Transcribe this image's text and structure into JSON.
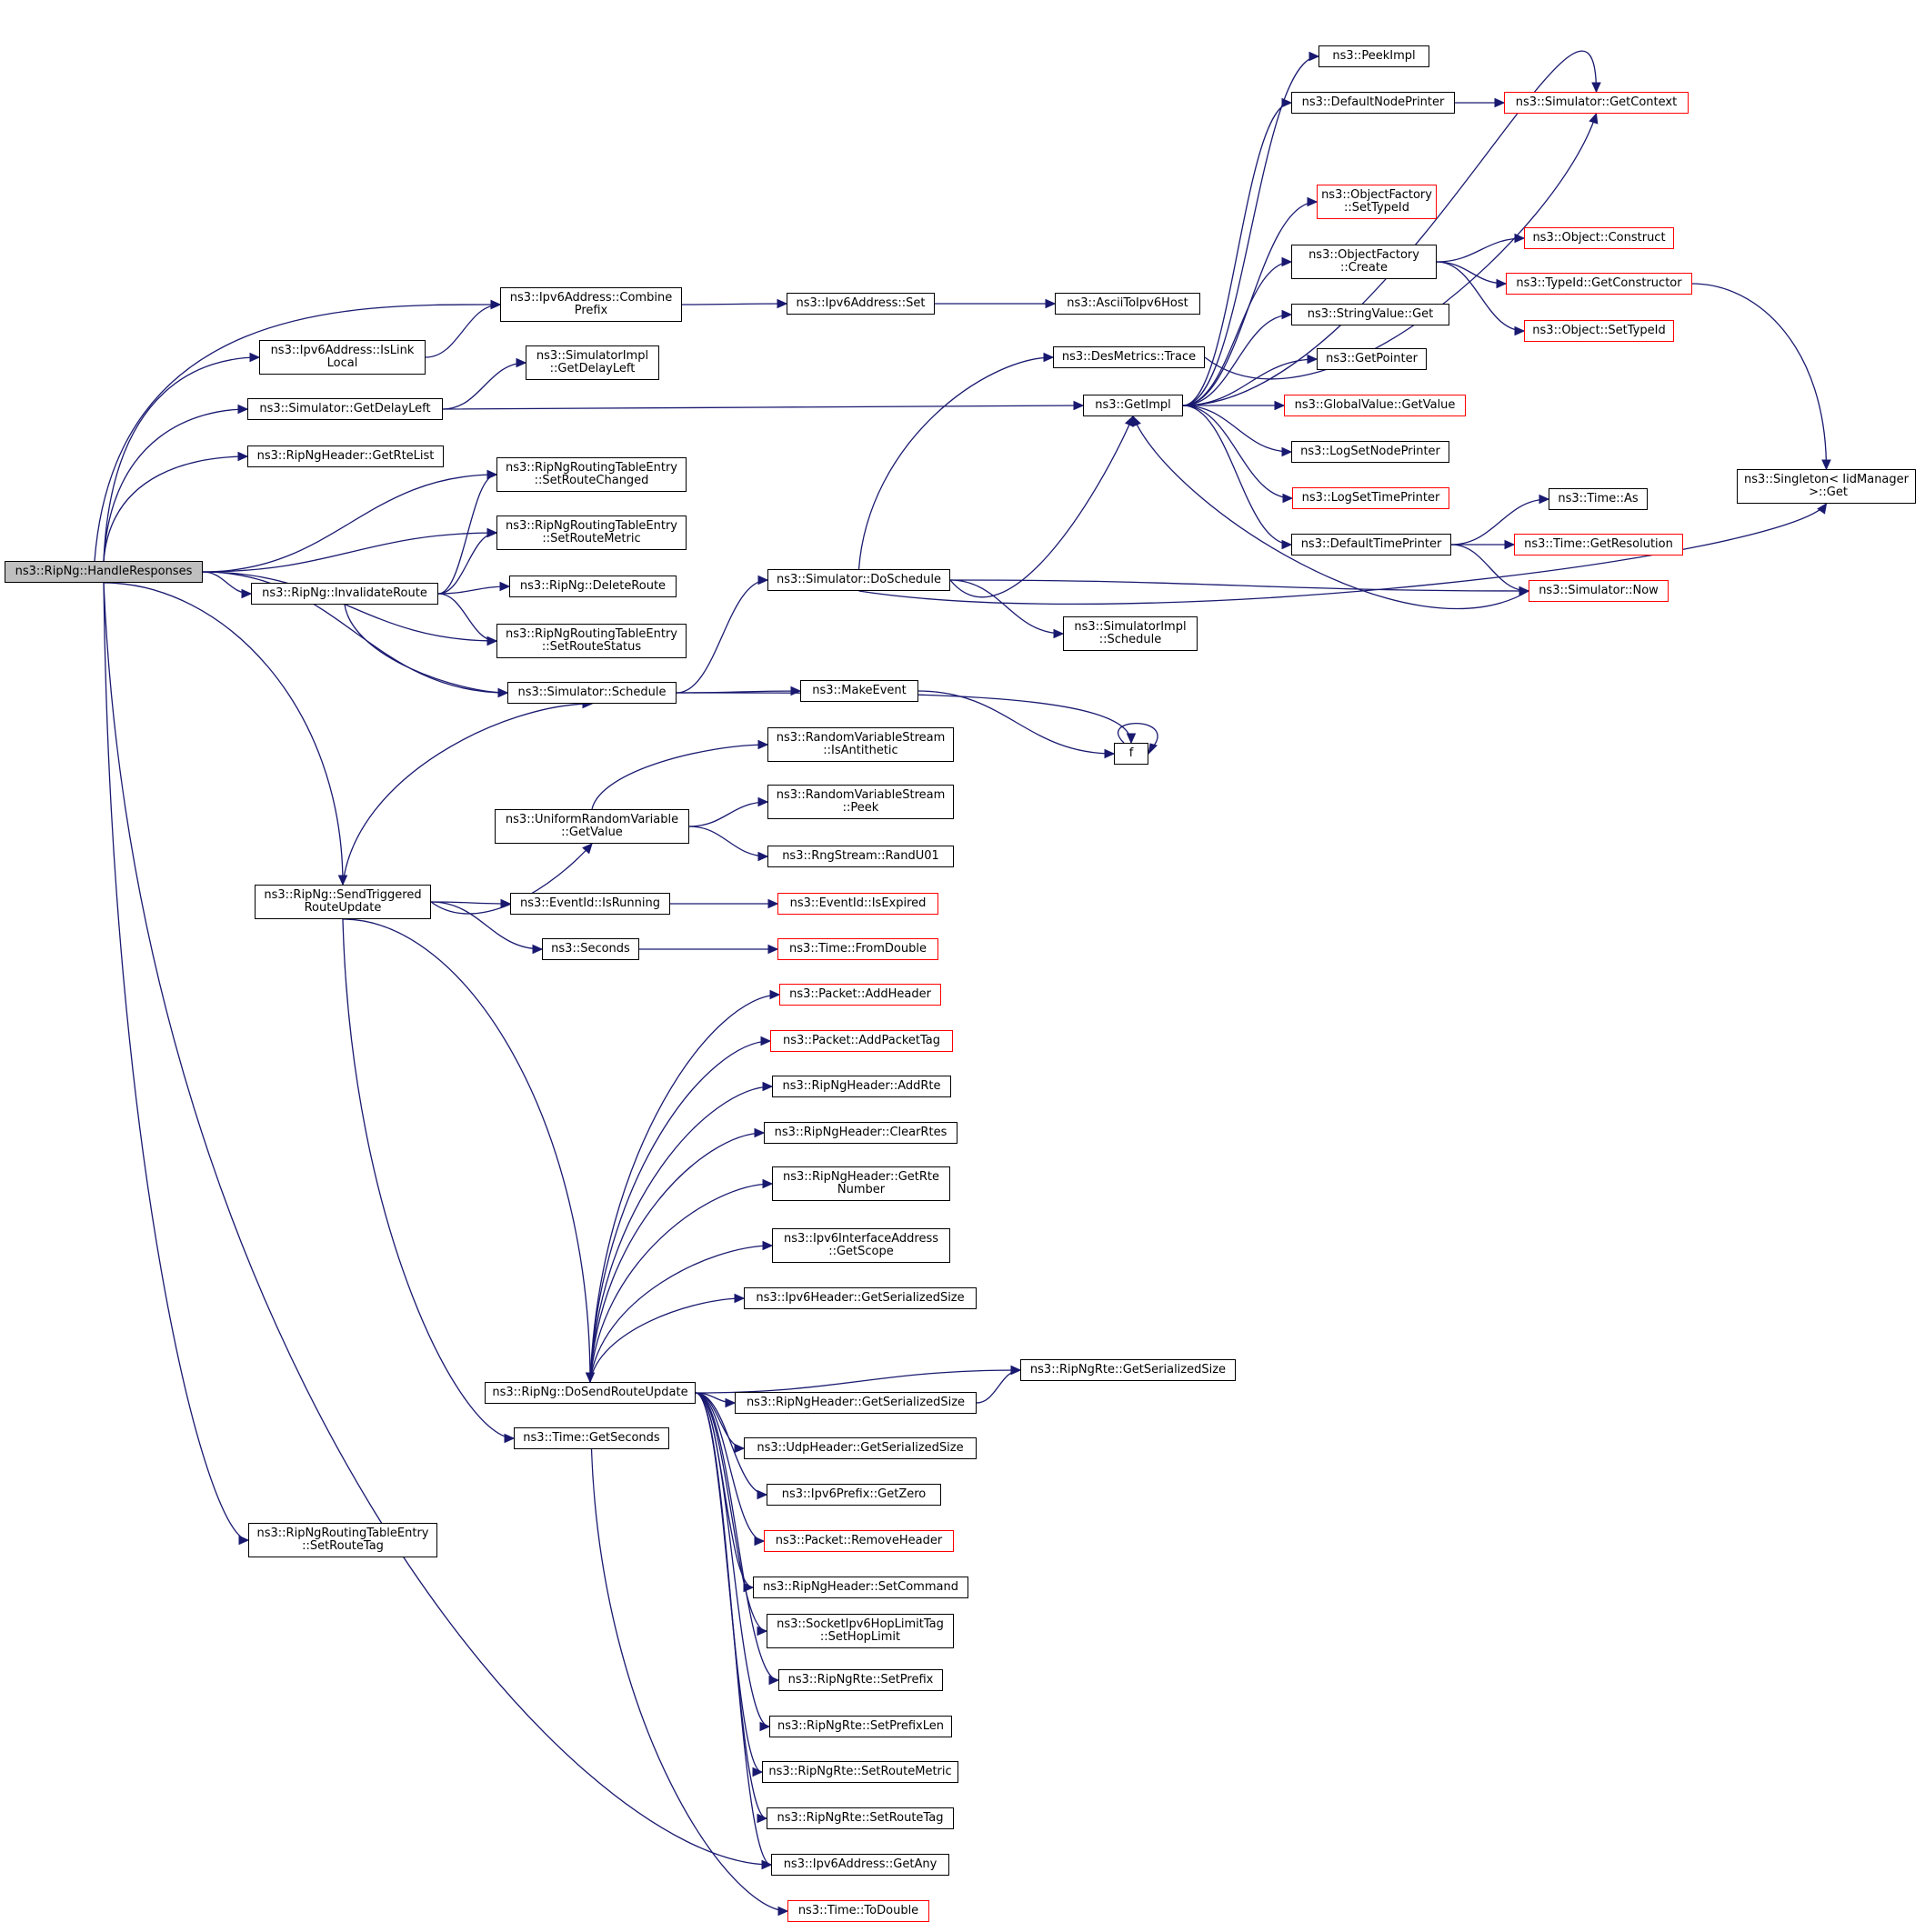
{
  "colors": {
    "edge": "#191970",
    "border": "#000000",
    "truncated_border": "#ff0000",
    "root_fill": "#bfbfbf"
  },
  "nodes": {
    "HandleResponses": "ns3::RipNg::HandleResponses",
    "CombinePrefix": "ns3::Ipv6Address::Combine\nPrefix",
    "IsLinkLocal": "ns3::Ipv6Address::IsLink\nLocal",
    "GetDelayLeft": "ns3::Simulator::GetDelayLeft",
    "GetRteList": "ns3::RipNgHeader::GetRteList",
    "SetRouteChanged": "ns3::RipNgRoutingTableEntry\n::SetRouteChanged",
    "SetRouteMetric": "ns3::RipNgRoutingTableEntry\n::SetRouteMetric",
    "InvalidateRoute": "ns3::RipNg::InvalidateRoute",
    "DeleteRoute": "ns3::RipNg::DeleteRoute",
    "SetRouteStatus": "ns3::RipNgRoutingTableEntry\n::SetRouteStatus",
    "Schedule": "ns3::Simulator::Schedule",
    "Ipv6Set": "ns3::Ipv6Address::Set",
    "AsciiToIpv6Host": "ns3::AsciiToIpv6Host",
    "SimImplGetDelayLeft": "ns3::SimulatorImpl\n::GetDelayLeft",
    "GetImpl": "ns3::GetImpl",
    "DesMetricsTrace": "ns3::DesMetrics::Trace",
    "PeekImpl": "ns3::PeekImpl",
    "DefaultNodePrinter": "ns3::DefaultNodePrinter",
    "GetContext": "ns3::Simulator::GetContext",
    "ObjFactorySetTypeId": "ns3::ObjectFactory\n::SetTypeId",
    "ObjFactoryCreate": "ns3::ObjectFactory\n::Create",
    "ObjectConstruct": "ns3::Object::Construct",
    "TypeIdGetConstructor": "ns3::TypeId::GetConstructor",
    "ObjectSetTypeId": "ns3::Object::SetTypeId",
    "StringValueGet": "ns3::StringValue::Get",
    "GetPointer": "ns3::GetPointer",
    "GlobalValueGetValue": "ns3::GlobalValue::GetValue",
    "LogSetNodePrinter": "ns3::LogSetNodePrinter",
    "LogSetTimePrinter": "ns3::LogSetTimePrinter",
    "DefaultTimePrinter": "ns3::DefaultTimePrinter",
    "TimeAs": "ns3::Time::As",
    "TimeGetResolution": "ns3::Time::GetResolution",
    "SimulatorNow": "ns3::Simulator::Now",
    "SingletonGet": "ns3::Singleton< IidManager\n >::Get",
    "DoSchedule": "ns3::Simulator::DoSchedule",
    "SimImplSchedule": "ns3::SimulatorImpl\n::Schedule",
    "MakeEvent": "ns3::MakeEvent",
    "f": "f",
    "IsAntithetic": "ns3::RandomVariableStream\n::IsAntithetic",
    "Peek": "ns3::RandomVariableStream\n::Peek",
    "UniformGetValue": "ns3::UniformRandomVariable\n::GetValue",
    "RandU01": "ns3::RngStream::RandU01",
    "SendTriggered": "ns3::RipNg::SendTriggered\nRouteUpdate",
    "EventIsRunning": "ns3::EventId::IsRunning",
    "EventIsExpired": "ns3::EventId::IsExpired",
    "Seconds": "ns3::Seconds",
    "FromDouble": "ns3::Time::FromDouble",
    "AddHeader": "ns3::Packet::AddHeader",
    "AddPacketTag": "ns3::Packet::AddPacketTag",
    "AddRte": "ns3::RipNgHeader::AddRte",
    "ClearRtes": "ns3::RipNgHeader::ClearRtes",
    "GetRteNumber": "ns3::RipNgHeader::GetRte\nNumber",
    "GetScope": "ns3::Ipv6InterfaceAddress\n::GetScope",
    "Ipv6HdrSize": "ns3::Ipv6Header::GetSerializedSize",
    "RteSize": "ns3::RipNgRte::GetSerializedSize",
    "DoSendRouteUpdate": "ns3::RipNg::DoSendRouteUpdate",
    "RipHdrSize": "ns3::RipNgHeader::GetSerializedSize",
    "UdpHdrSize": "ns3::UdpHeader::GetSerializedSize",
    "TimeGetSeconds": "ns3::Time::GetSeconds",
    "GetZero": "ns3::Ipv6Prefix::GetZero",
    "RemoveHeader": "ns3::Packet::RemoveHeader",
    "SetCommand": "ns3::RipNgHeader::SetCommand",
    "SetHopLimit": "ns3::SocketIpv6HopLimitTag\n::SetHopLimit",
    "SetPrefix": "ns3::RipNgRte::SetPrefix",
    "SetPrefixLen": "ns3::RipNgRte::SetPrefixLen",
    "RteSetRouteMetric": "ns3::RipNgRte::SetRouteMetric",
    "RteSetRouteTag": "ns3::RipNgRte::SetRouteTag",
    "GetAny": "ns3::Ipv6Address::GetAny",
    "ToDouble": "ns3::Time::ToDouble",
    "SetRouteTag": "ns3::RipNgRoutingTableEntry\n::SetRouteTag"
  }
}
